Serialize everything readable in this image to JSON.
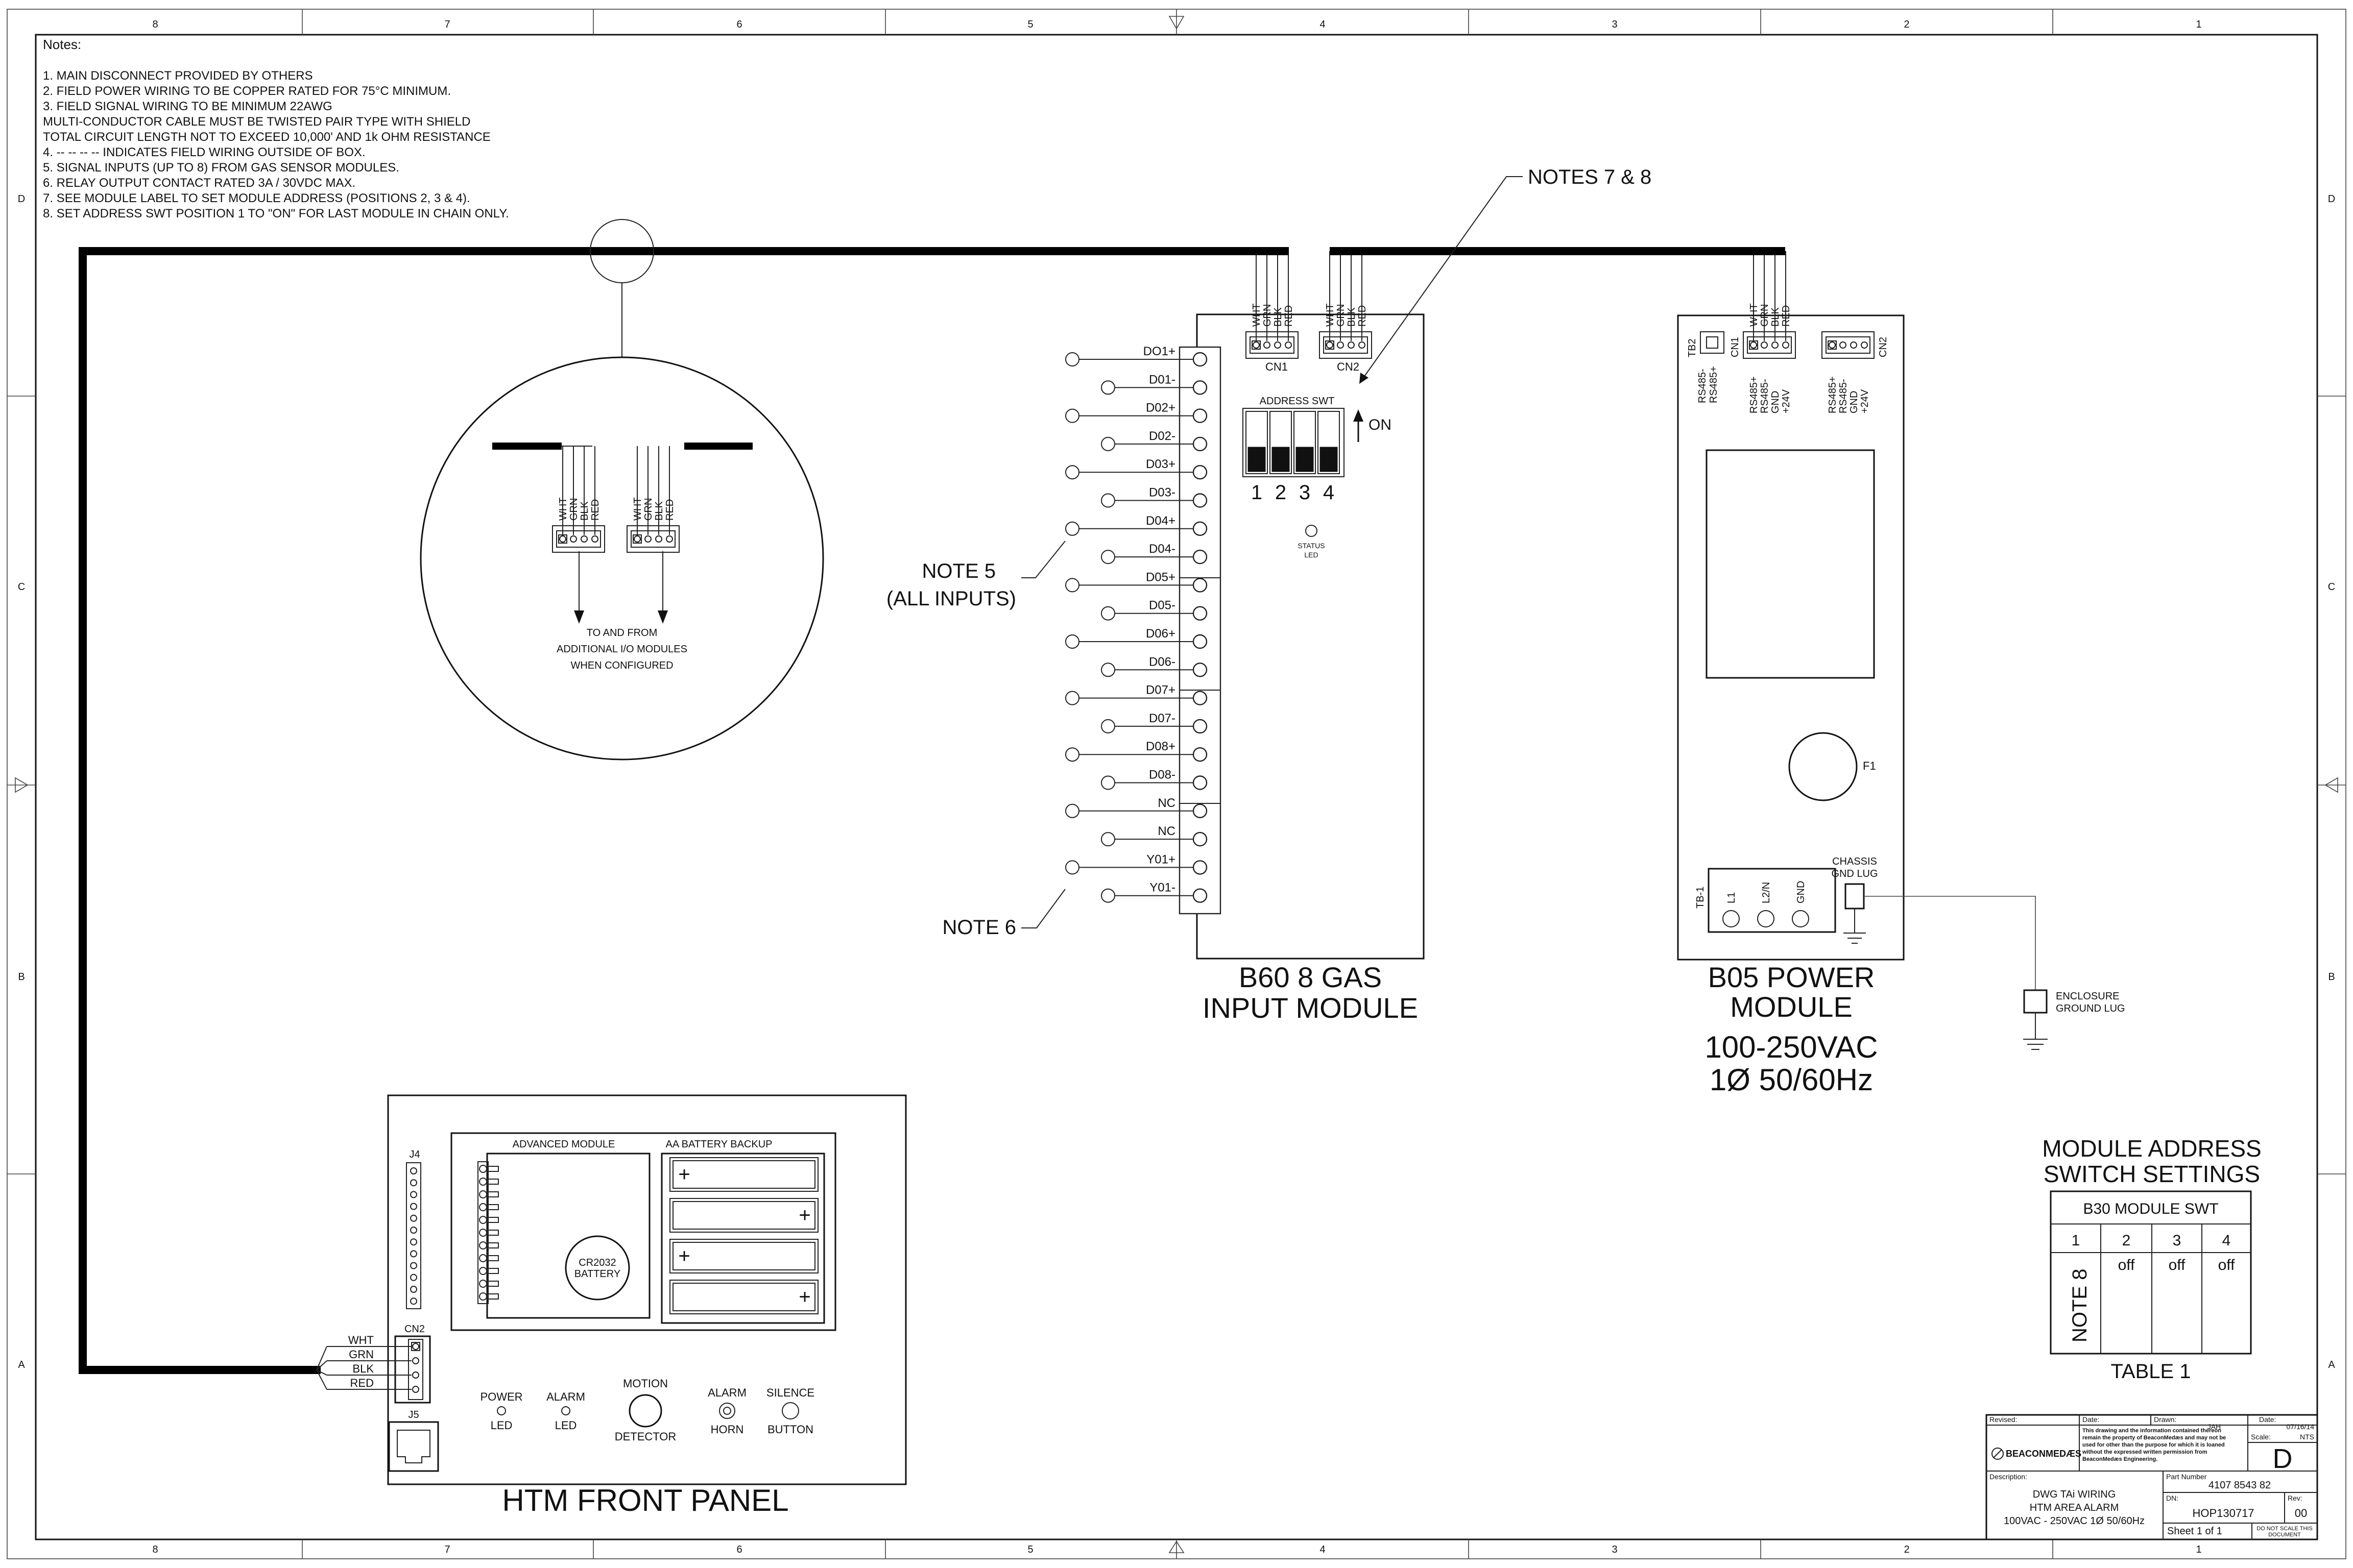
{
  "border": {
    "cols": [
      "8",
      "7",
      "6",
      "5",
      "4",
      "3",
      "2",
      "1"
    ],
    "rows": [
      "D",
      "C",
      "B",
      "A"
    ]
  },
  "notes": {
    "heading": "Notes:",
    "lines": [
      "1. MAIN DISCONNECT PROVIDED BY OTHERS",
      "2. FIELD POWER WIRING TO BE COPPER RATED FOR 75°C MINIMUM.",
      "3. FIELD SIGNAL WIRING TO BE MINIMUM 22AWG",
      "    MULTI-CONDUCTOR CABLE MUST BE TWISTED PAIR TYPE WITH SHIELD",
      "    TOTAL CIRCUIT LENGTH NOT TO EXCEED 10,000' AND 1k OHM RESISTANCE",
      "4. -- -- -- -- INDICATES FIELD WIRING OUTSIDE OF BOX.",
      "5. SIGNAL INPUTS (UP TO 8) FROM GAS SENSOR MODULES.",
      "6. RELAY OUTPUT CONTACT RATED 3A / 30VDC MAX.",
      "7. SEE MODULE LABEL TO SET MODULE ADDRESS (POSITIONS 2, 3 & 4).",
      "8. SET ADDRESS SWT POSITION 1 TO \"ON\" FOR LAST MODULE IN CHAIN ONLY."
    ]
  },
  "wire_colors": [
    "WHT",
    "GRN",
    "BLK",
    "RED"
  ],
  "detail": {
    "caption": [
      "TO AND FROM",
      "ADDITIONAL I/O MODULES",
      "WHEN CONFIGURED"
    ]
  },
  "callouts": {
    "notes78": "NOTES 7 & 8",
    "note5_1": "NOTE 5",
    "note5_2": "(ALL INPUTS)",
    "note6": "NOTE 6"
  },
  "b60": {
    "cn1": "CN1",
    "cn2": "CN2",
    "address_swt": "ADDRESS SWT",
    "on": "ON",
    "switch_nums": [
      "1",
      "2",
      "3",
      "4"
    ],
    "status_led": [
      "STATUS",
      "LED"
    ],
    "terminals": [
      "DO1+",
      "D01-",
      "D02+",
      "D02-",
      "D03+",
      "D03-",
      "D04+",
      "D04-",
      "D05+",
      "D05-",
      "D06+",
      "D06-",
      "D07+",
      "D07-",
      "D08+",
      "D08-",
      "NC",
      "NC",
      "Y01+",
      "Y01-"
    ],
    "title1": "B60 8 GAS",
    "title2": "INPUT MODULE"
  },
  "b05": {
    "tb2": "TB2",
    "tb2_pins": [
      "RS485-",
      "RS485+"
    ],
    "cn1": "CN1",
    "cn1_pins": [
      "RS485+",
      "RS485-",
      "GND",
      "+24V"
    ],
    "cn2": "CN2",
    "cn2_pins": [
      "RS485+",
      "RS485-",
      "GND",
      "+24V"
    ],
    "f1": "F1",
    "tb1": "TB-1",
    "tb1_pins": [
      "L1",
      "L2/N",
      "GND"
    ],
    "chassis1": "CHASSIS",
    "chassis2": "GND LUG",
    "title1": "B05 POWER",
    "title2": "MODULE",
    "voltage": "100-250VAC",
    "phase": "1Ø 50/60Hz"
  },
  "enclosure": {
    "line1": "ENCLOSURE",
    "line2": "GROUND LUG"
  },
  "table": {
    "heading1": "MODULE ADDRESS",
    "heading2": "SWITCH SETTINGS",
    "title": "B30 MODULE SWT",
    "cols": [
      "1",
      "2",
      "3",
      "4"
    ],
    "values": [
      "off",
      "off",
      "off"
    ],
    "note": "NOTE 8",
    "caption": "TABLE 1"
  },
  "front_panel": {
    "j4": "J4",
    "cn2": "CN2",
    "j5": "J5",
    "wires": [
      "WHT",
      "GRN",
      "BLK",
      "RED"
    ],
    "advanced_module": "ADVANCED MODULE",
    "battery_backup": "AA BATTERY BACKUP",
    "cr2032_1": "CR2032",
    "cr2032_2": "BATTERY",
    "plus": "+",
    "power1": "POWER",
    "power2": "LED",
    "alarm1": "ALARM",
    "alarm2": "LED",
    "motion1": "MOTION",
    "motion2": "DETECTOR",
    "horn1": "ALARM",
    "horn2": "HORN",
    "silence1": "SILENCE",
    "silence2": "BUTTON",
    "title": "HTM FRONT PANEL"
  },
  "title_block": {
    "revised": "Revised:",
    "date_lbl": "Date:",
    "drawn_lbl": "Drawn:",
    "drawn": "JAH",
    "date2_lbl": "Date:",
    "date2": "07/16/14",
    "company": "BEACONMEDÆS",
    "disclaimer": [
      "This drawing and the information contained thereon",
      "remain the property of BeaconMedæs and may not be",
      "used for other than the purpose for which it is loaned",
      "without the expressed written permission from",
      "BeaconMedæs Engineering."
    ],
    "scale_lbl": "Scale:",
    "scale": "NTS",
    "size": "D",
    "desc_lbl": "Description:",
    "desc": [
      "DWG TAi WIRING",
      "HTM AREA ALARM",
      "100VAC - 250VAC 1Ø 50/60Hz"
    ],
    "part_lbl": "Part Number",
    "part": "4107 8543 82",
    "dn_lbl": "DN:",
    "dn": "HOP130717",
    "rev_lbl": "Rev:",
    "rev": "00",
    "sheet": "Sheet   1  of   1",
    "noscale": [
      "DO NOT SCALE THIS",
      "DOCUMENT"
    ]
  }
}
